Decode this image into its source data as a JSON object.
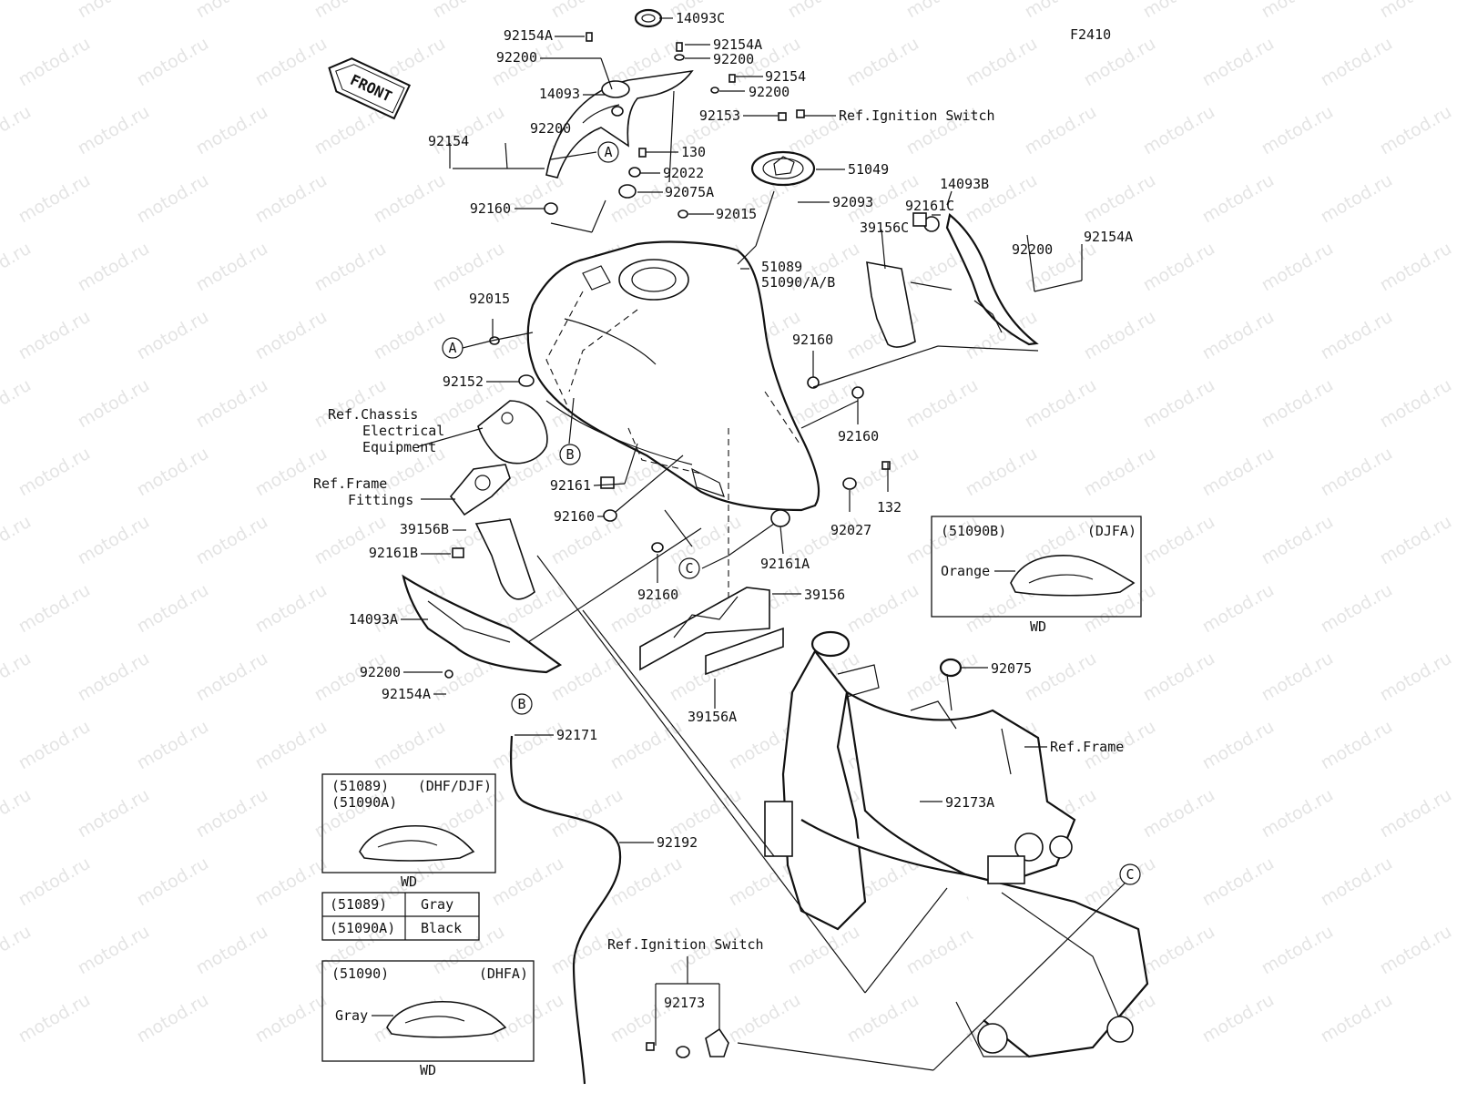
{
  "watermark": "motod.ru",
  "figure_code": "F2410",
  "front_label": "FRONT",
  "refs": {
    "ignition_top": "Ref.Ignition Switch",
    "chassis_1": "Ref.Chassis",
    "chassis_2": "Electrical",
    "chassis_3": "Equipment",
    "frame_fit_1": "Ref.Frame",
    "frame_fit_2": "Fittings",
    "frame": "Ref.Frame",
    "ignition_bottom": "Ref.Ignition Switch"
  },
  "callouts": {
    "A": "A",
    "B": "B",
    "C": "C"
  },
  "labels": {
    "p14093C": "14093C",
    "p92154A_1": "92154A",
    "p92154A_2": "92154A",
    "p92200_1": "92200",
    "p92200_2": "92200",
    "p92154_1": "92154",
    "p92200_3": "92200",
    "p14093": "14093",
    "p92153": "92153",
    "p92200_4": "92200",
    "p92154_2": "92154",
    "p130": "130",
    "p92022": "92022",
    "p51049": "51049",
    "p92160_1": "92160",
    "p92075A": "92075A",
    "p92093": "92093",
    "p14093B": "14093B",
    "p92015_1": "92015",
    "p92161C": "92161C",
    "p39156C": "39156C",
    "p92200_5": "92200",
    "p92154A_3": "92154A",
    "p51089": "51089",
    "p51090AB": "51090/A/B",
    "p92015_2": "92015",
    "p92160_2": "92160",
    "p92152": "92152",
    "p92160_3": "92160",
    "p92161": "92161",
    "p132": "132",
    "p92027": "92027",
    "p92160_4": "92160",
    "p39156B": "39156B",
    "p92161A": "92161A",
    "p92161B": "92161B",
    "p92160_5": "92160",
    "p39156": "39156",
    "p14093A": "14093A",
    "p92200_6": "92200",
    "p92154A_4": "92154A",
    "p39156A": "39156A",
    "p92075": "92075",
    "p92171": "92171",
    "p92173A": "92173A",
    "p92192": "92192",
    "p92173": "92173"
  },
  "insets": {
    "djfa": {
      "code": "(51090B)",
      "variant": "(DJFA)",
      "color": "Orange",
      "footer": "WD"
    },
    "dhf": {
      "code_1": "(51089)",
      "code_2": "(51090A)",
      "variant": "(DHF/DJF)",
      "footer": "WD"
    },
    "dhfa": {
      "code": "(51090)",
      "variant": "(DHFA)",
      "color": "Gray",
      "footer": "WD"
    }
  },
  "color_table": [
    {
      "part": "(51089)",
      "color": "Gray"
    },
    {
      "part": "(51090A)",
      "color": "Black"
    }
  ]
}
